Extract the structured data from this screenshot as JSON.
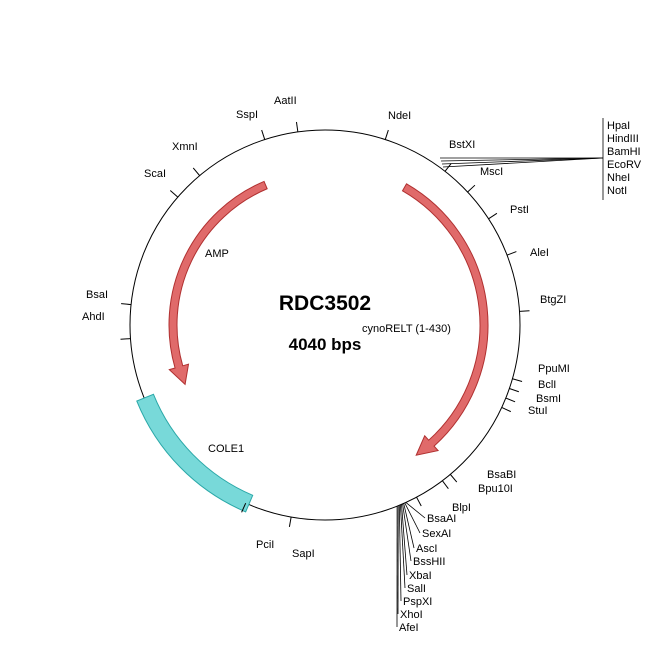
{
  "plasmid": {
    "name": "RDC3502",
    "length_label": "4040 bps"
  },
  "features": {
    "amp": {
      "label": "AMP",
      "color": "#e06a6a"
    },
    "insert": {
      "label": "cynoRELT (1-430)",
      "color": "#e06a6a"
    },
    "cole1": {
      "label": "COLE1",
      "color": "#44c4c4"
    }
  },
  "sites": {
    "ndei": "NdeI",
    "bstxi": "BstXI",
    "msci": "MscI",
    "psti": "PstI",
    "alei": "AleI",
    "btgzi": "BtgZI",
    "ppumi": "PpuMI",
    "bcli": "BclI",
    "bsmi": "BsmI",
    "stui": "StuI",
    "bsabi": "BsaBI",
    "bpu10i": "Bpu10I",
    "blpi": "BlpI",
    "bsaai": "BsaAI",
    "sexai": "SexAI",
    "asci": "AscI",
    "bsshii": "BssHII",
    "xbai": "XbaI",
    "sali": "SalI",
    "pspxi": "PspXI",
    "xhoi": "XhoI",
    "afei": "AfeI",
    "sapi": "SapI",
    "pcii": "PciI",
    "ahdi": "AhdI",
    "bsai": "BsaI",
    "scai": "ScaI",
    "xmni": "XmnI",
    "sspi": "SspI",
    "aatii": "AatII"
  },
  "mcs_sites": [
    "HpaI",
    "HindIII",
    "BamHI",
    "EcoRV",
    "NheI",
    "NotI"
  ]
}
